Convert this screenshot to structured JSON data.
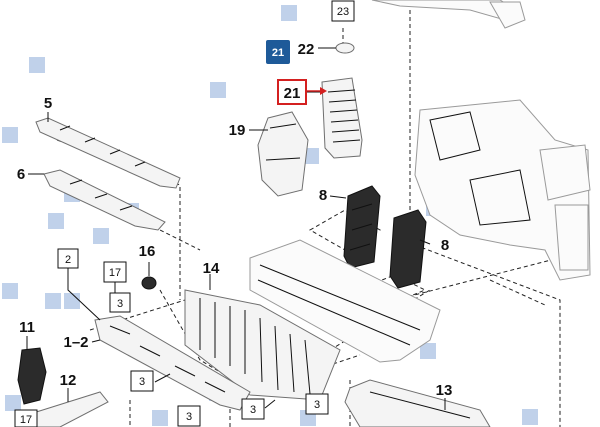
{
  "diagram": {
    "badge": "21",
    "callouts": {
      "c23": "23",
      "c22": "22",
      "c21": "21",
      "c19": "19",
      "c5": "5",
      "c6": "6",
      "c8a": "8",
      "c8b": "8",
      "c2": "2",
      "c16": "16",
      "c17a": "17",
      "c3a": "3",
      "c14": "14",
      "c11": "11",
      "c1_2": "1–2",
      "c12": "12",
      "c3b": "3",
      "c17b": "17",
      "c3c": "3",
      "c3d": "3",
      "c3e": "3",
      "c13": "13"
    },
    "colors": {
      "hotspot": "#b5c9e6",
      "badge": "#1e5a99",
      "highlight": "#d42020"
    }
  }
}
